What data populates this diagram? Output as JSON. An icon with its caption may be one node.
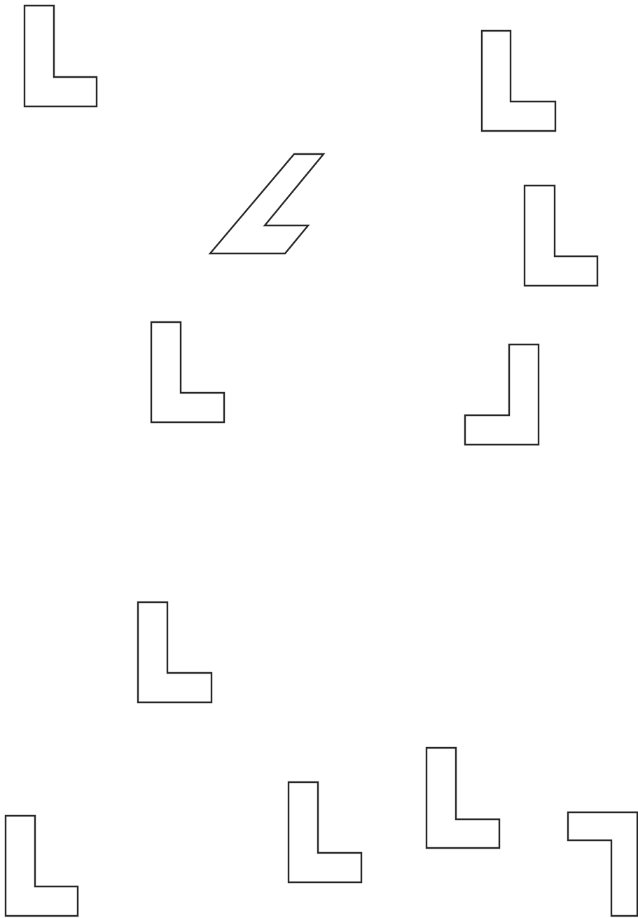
{
  "diagram": {
    "nodes": [
      {
        "text": [],
        "shape": "L"
      },
      {
        "text": [],
        "shape": "L"
      },
      {
        "text": [],
        "shape": "L"
      },
      {
        "text": [],
        "shape": "L"
      },
      {
        "text": [],
        "shape": "L"
      },
      {
        "text": [],
        "shape": "L"
      },
      {
        "text": [],
        "shape": "L"
      },
      {
        "text": [],
        "shape": "L"
      },
      {
        "text": [],
        "shape": "L"
      },
      {
        "text": [],
        "shape": "L"
      },
      {
        "text": [],
        "shape": "L"
      }
    ]
  }
}
